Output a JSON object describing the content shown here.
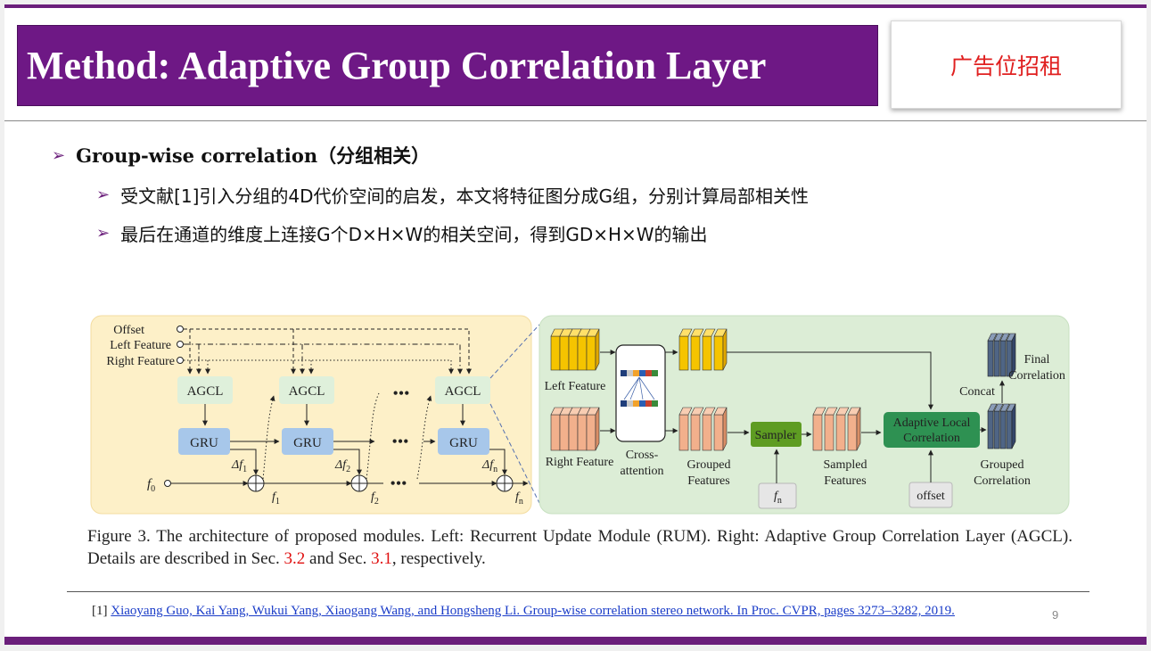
{
  "slide": {
    "title": "Method: Adaptive Group Correlation Layer",
    "ad_text": "广告位招租",
    "bullets": [
      "Group-wise correlation（分组相关）",
      "受文献[1]引入分组的4D代价空间的启发，本文将特征图分成G组，分别计算局部相关性",
      "最后在通道的维度上连接G个D×H×W的相关空间，得到GD×H×W的输出"
    ],
    "caption": {
      "part1": "Figure 3.  The architecture of proposed modules.  Left:  Recurrent Update Module (RUM). Right:  Adaptive Group Correlation Layer (AGCL). Details are described in Sec. ",
      "ref1": "3.2",
      "part2": " and Sec. ",
      "ref2": "3.1",
      "part3": ", respectively."
    },
    "footnote": {
      "prefix": "[1] ",
      "link_text": "Xiaoyang Guo, Kai Yang, Wukui Yang, Xiaogang Wang, and Hongsheng Li. Group-wise correlation stereo network. In Proc. CVPR, pages 3273–3282, 2019."
    },
    "page_number": "9"
  },
  "figure": {
    "left": {
      "inputs": [
        "Offset",
        "Left Feature",
        "Right Feature"
      ],
      "agcl_label": "AGCL",
      "gru_label": "GRU",
      "ellipsis": "•••",
      "f0_label": "f",
      "f0_sub": "0",
      "delta_labels": [
        {
          "base": "Δf",
          "sub": "1"
        },
        {
          "base": "Δf",
          "sub": "2"
        },
        {
          "base": "Δf",
          "sub": "n"
        }
      ],
      "f_labels": [
        {
          "base": "f",
          "sub": "1"
        },
        {
          "base": "f",
          "sub": "2"
        },
        {
          "base": "f",
          "sub": "n"
        }
      ]
    },
    "right": {
      "left_feature": "Left Feature",
      "right_feature": "Right Feature",
      "cross_attention": [
        "Cross-",
        "attention"
      ],
      "grouped_features": [
        "Grouped",
        "Features"
      ],
      "sampler": "Sampler",
      "fn_base": "f",
      "fn_sub": "n",
      "sampled_features": [
        "Sampled",
        "Features"
      ],
      "alc": [
        "Adaptive Local",
        "Correlation"
      ],
      "offset": "offset",
      "grouped_correlation": [
        "Grouped",
        "Correlation"
      ],
      "concat": "Concat",
      "final_correlation": [
        "Final",
        "Correlation"
      ]
    },
    "colors": {
      "left_panel": "#fdf0c8",
      "right_panel": "#dcedd6",
      "agcl_box": "#dff0db",
      "gru_box": "#a7c7ea",
      "left_feature": "#f5c400",
      "right_feature": "#f2b08c",
      "sampler": "#5e9c22",
      "alc": "#2e9152",
      "correlation": "#4f6585"
    }
  }
}
